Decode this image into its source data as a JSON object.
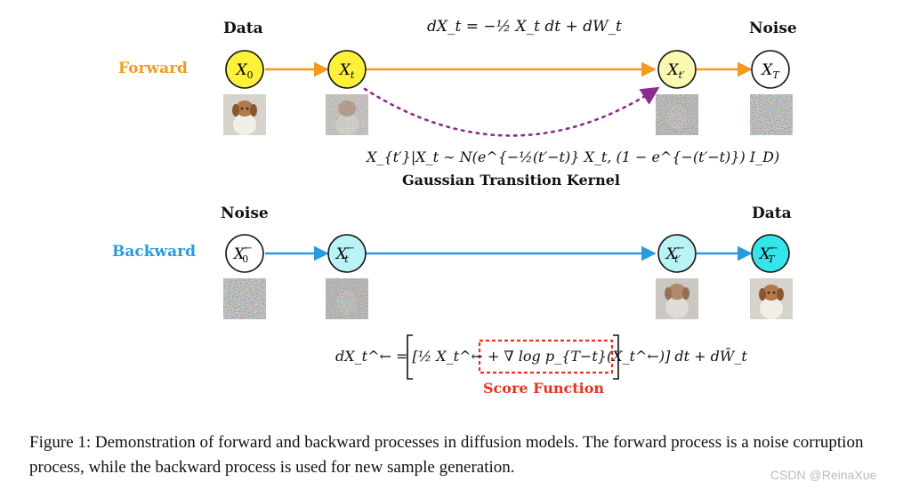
{
  "headers": {
    "data_top": "Data",
    "noise_top": "Noise",
    "noise_bottom": "Noise",
    "data_bottom": "Data"
  },
  "row_labels": {
    "forward": "Forward",
    "backward": "Backward"
  },
  "colors": {
    "forward": "#f39a1e",
    "backward": "#2a9ae0",
    "kernel_arrow": "#8e2a8e",
    "score_box": "#e8321e",
    "node_yellow": "#fff13a",
    "node_pale_yellow": "#fbf8b0",
    "node_pale_cyan": "#b9f3f5",
    "node_cyan": "#34e6ea"
  },
  "forward_nodes": [
    {
      "sub": "0",
      "sup": "",
      "fill": "yellow"
    },
    {
      "sub": "t",
      "sup": "",
      "fill": "yellow"
    },
    {
      "sub": "t′",
      "sup": "",
      "fill": "pale-yellow"
    },
    {
      "sub": "T",
      "sup": "",
      "fill": "white"
    }
  ],
  "backward_nodes": [
    {
      "sub": "0",
      "sup": "←",
      "fill": "white"
    },
    {
      "sub": "t",
      "sup": "←",
      "fill": "pale-cyan"
    },
    {
      "sub": "t′",
      "sup": "←",
      "fill": "pale-cyan"
    },
    {
      "sub": "T",
      "sup": "←",
      "fill": "cyan"
    }
  ],
  "node_symbol": "X",
  "forward_thumbs": [
    "dog",
    "noisy-dog",
    "very-noisy-dog",
    "noise"
  ],
  "backward_thumbs": [
    "noise",
    "noisy-dog",
    "slightly-noisy-dog",
    "dog"
  ],
  "forward_sde": "dX_t = −½ X_t dt + dW_t",
  "forward_sde_parts": {
    "lhs": "dX",
    "sub": "t",
    "eq": " = −",
    "num": "1",
    "den": "2",
    "rest1": "X",
    "rest_sub": "t",
    "rest2": "dt + dW",
    "rest_sub2": "t"
  },
  "kernel_formula": "X_{t′}|X_t ∼ N(e^{−½(t′−t)} X_t, (1 − e^{−(t′−t)}) I_D)",
  "kernel_title": "Gaussian Transition Kernel",
  "backward_sde": "dX_t^← = [½ X_t^← + ∇ log p_{T−t}(X_t^←)] dt + dW̄_t",
  "score_label": "Score Function",
  "caption": "Figure 1: Demonstration of forward and backward processes in diffusion models. The forward process is a noise corruption process, while the backward process is used for new sample generation.",
  "watermark": "CSDN @ReinaXue"
}
